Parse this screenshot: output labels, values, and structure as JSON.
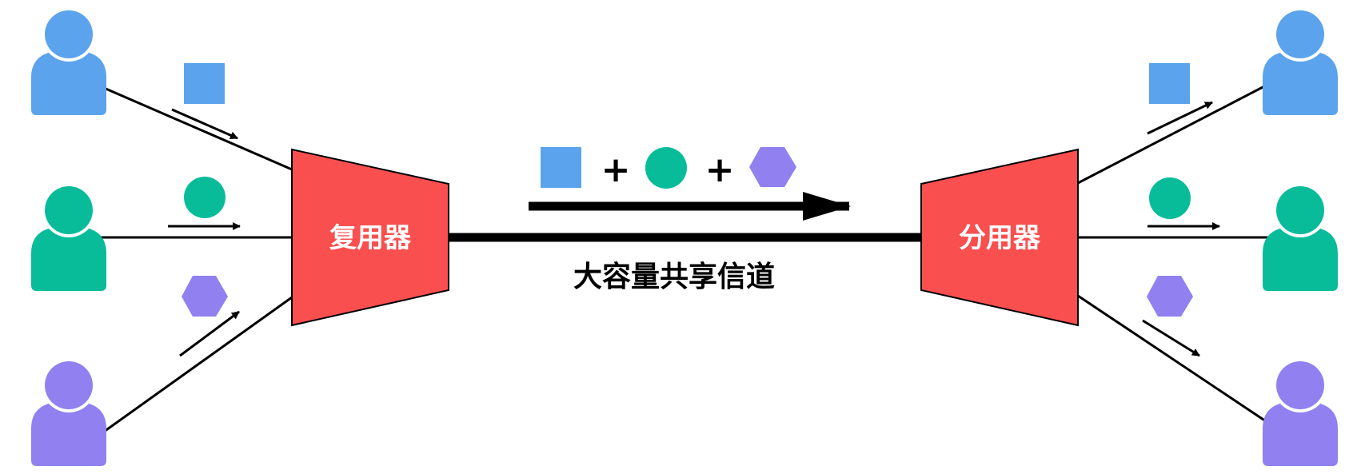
{
  "labels": {
    "multiplexer": "复用器",
    "demultiplexer": "分用器",
    "channel": "大容量共享信道",
    "plus": "+"
  },
  "colors": {
    "blue": "#5BA3EC",
    "green": "#08BC9A",
    "purple": "#9080F0",
    "device": "#F94F4F",
    "line": "#000000"
  },
  "senders": [
    {
      "color": "blue",
      "shape": "square"
    },
    {
      "color": "green",
      "shape": "circle"
    },
    {
      "color": "purple",
      "shape": "hexagon"
    }
  ],
  "receivers": [
    {
      "color": "blue",
      "shape": "square"
    },
    {
      "color": "green",
      "shape": "circle"
    },
    {
      "color": "purple",
      "shape": "hexagon"
    }
  ],
  "icons": {
    "user": "user-icon",
    "square": "square-icon",
    "circle": "circle-icon",
    "hexagon": "hexagon-icon",
    "arrow": "arrow-icon"
  }
}
